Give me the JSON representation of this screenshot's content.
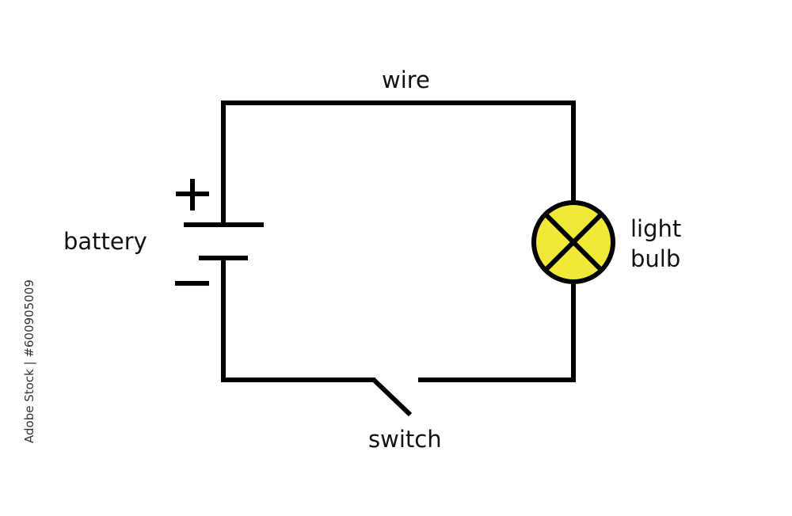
{
  "labels": {
    "wire": "wire",
    "battery": "battery",
    "light_bulb_line1": "light",
    "light_bulb_line2": "bulb",
    "switch": "switch",
    "plus": "+",
    "minus": "−"
  },
  "stock_id": "Adobe Stock | #600905009",
  "colors": {
    "wire": "#000000",
    "bulb_fill": "#f2e83a",
    "background": "#ffffff"
  }
}
